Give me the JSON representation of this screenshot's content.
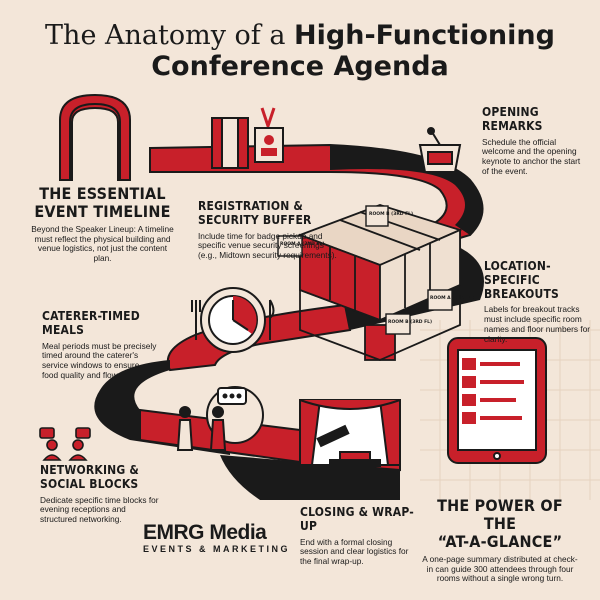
{
  "title": {
    "line1_plain": "The Anatomy of a ",
    "line1_bold": "High-Functioning",
    "line2": "Conference Agenda"
  },
  "sections": {
    "timeline": {
      "heading_1": "THE ESSENTIAL",
      "heading_2": "EVENT TIMELINE",
      "body": "Beyond the Speaker Lineup: A timeline must reflect the physical building and venue logistics, not just the content plan."
    },
    "registration": {
      "heading_1": "REGISTRATION &",
      "heading_2": "SECURITY BUFFER",
      "body": "Include time for badge pickup and specific venue security screenings (e.g., Midtown security requirements)."
    },
    "opening": {
      "heading_1": "OPENING",
      "heading_2": "REMARKS",
      "body": "Schedule the official welcome and the opening keynote to anchor the start of the event."
    },
    "breakouts": {
      "heading_1": "LOCATION-SPECIFIC",
      "heading_2": "BREAKOUTS",
      "body": "Labels for breakout tracks must include specific room names and floor numbers for clarity."
    },
    "meals": {
      "heading_1": "CATERER-TIMED",
      "heading_2": "MEALS",
      "body": "Meal periods must be precisely timed around the caterer's service windows to ensure food quality and flow."
    },
    "networking": {
      "heading_1": "NETWORKING &",
      "heading_2": "SOCIAL BLOCKS",
      "body": "Dedicate specific time blocks for evening receptions and structured networking."
    },
    "closing": {
      "heading_1": "CLOSING & WRAP-UP",
      "body": "End with a formal closing session and clear logistics for the final wrap-up."
    },
    "glance": {
      "heading_1": "THE POWER OF THE",
      "heading_2": "“AT-A-GLANCE”",
      "body": "A one-page summary distributed at check-in can guide 300 attendees through four rooms without a single wrong turn."
    }
  },
  "room_labels": [
    "ROOM B (3RD FL)",
    "ROOM A (2ND FL)",
    "ROOM A (2ND FL)",
    "ROOM B (3RD FL)"
  ],
  "logo": {
    "name": "EMRG Media",
    "tagline": "EVENTS & MARKETING"
  },
  "colors": {
    "background": "#f3e6d9",
    "accent_red": "#c8202a",
    "ink": "#1a1a1a"
  }
}
